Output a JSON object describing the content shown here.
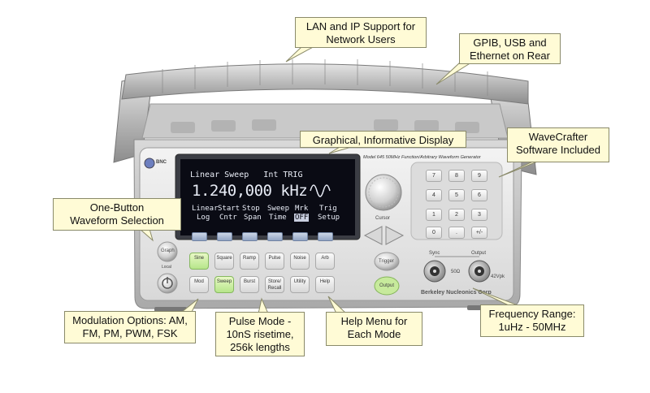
{
  "callouts": {
    "lan": "LAN and IP Support for\nNetwork Users",
    "gpib": "GPIB, USB and\nEthernet on Rear",
    "display": "Graphical, Informative Display",
    "wavecrafter": "WaveCrafter\nSoftware Included",
    "one_button": "One-Button\nWaveform Selection",
    "modulation": "Modulation Options: AM,\nFM, PM, PWM, FSK",
    "pulse": "Pulse Mode -\n10nS risetime,\n256k lengths",
    "help": "Help Menu for\nEach Mode",
    "frequency": "Frequency Range:\n1uHz - 50MHz"
  },
  "instrument": {
    "model_label": "Model 645  50MHz Function/Arbitrary Waveform Generator",
    "brand_logo": "BNC",
    "manufacturer": "Berkeley Nucleonics Corp",
    "cursor_label": "Cursor",
    "lcd": {
      "status": "Linear Sweep   Int TRIG",
      "frequency": "1.240,000 kHz",
      "soft_top": [
        "Linear",
        "Start",
        "Stop",
        "Sweep",
        "Mrk",
        "Trig"
      ],
      "soft_bottom": [
        "Log",
        "Cntr",
        "Span",
        "Time",
        "OFF",
        "Setup"
      ]
    },
    "left_buttons": {
      "graph": "Graph",
      "local": "Local"
    },
    "wave_buttons": [
      "Sine",
      "Square",
      "Ramp",
      "Pulse",
      "Noise",
      "Arb"
    ],
    "mode_buttons": [
      "Mod",
      "Sweep",
      "Burst",
      "Store/\nRecall",
      "Utility",
      "Help"
    ],
    "right_buttons": {
      "trigger": "Trigger",
      "output": "Output"
    },
    "keypad": [
      "7",
      "8",
      "9",
      "4",
      "5",
      "6",
      "1",
      "2",
      "3",
      "0",
      ".",
      "+/-"
    ],
    "connectors": {
      "sync": "Sync",
      "output": "Output",
      "ohms": "50Ω",
      "volts": "42Vpk"
    }
  }
}
